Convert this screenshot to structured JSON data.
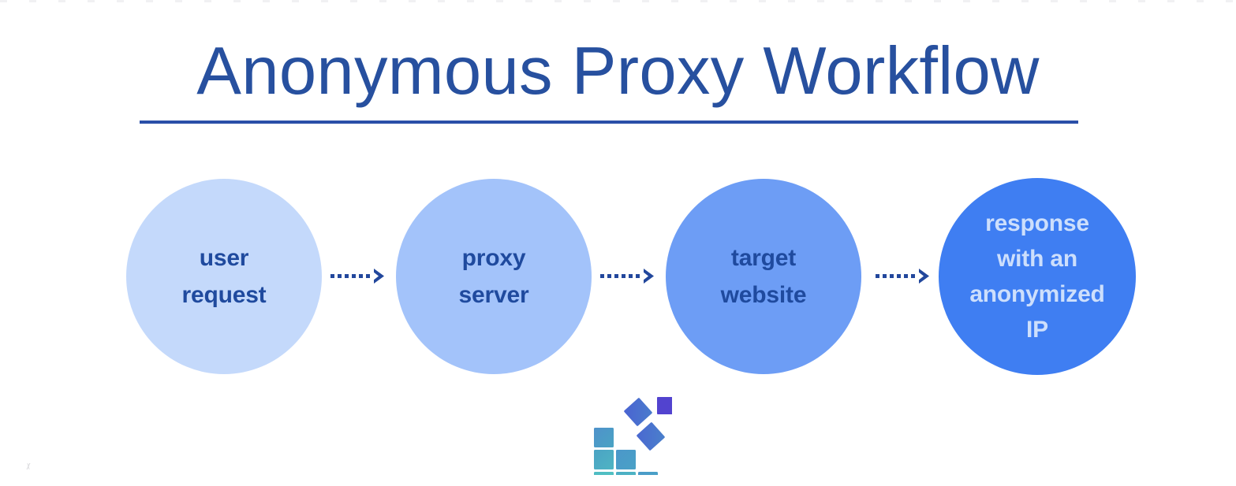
{
  "slide": {
    "title": "Anonymous Proxy Workflow",
    "background_color": "#ffffff",
    "title_color": "#27509f",
    "rule_color": "#2a4fa8"
  },
  "flow": {
    "type": "linear-process",
    "direction": "left-to-right",
    "connector": "dotted-arrow",
    "nodes": [
      {
        "id": "user-request",
        "label": "user\nrequest",
        "shape": "circle",
        "fill": "#c4d9fb",
        "text_color": "#1f4a9e"
      },
      {
        "id": "proxy-server",
        "label": "proxy\nserver",
        "shape": "circle",
        "fill": "#a3c3fa",
        "text_color": "#1f4a9e"
      },
      {
        "id": "target-website",
        "label": "target\nwebsite",
        "shape": "circle",
        "fill": "#6d9df5",
        "text_color": "#1f4a9e"
      },
      {
        "id": "anonymized-response",
        "label": "response\nwith an\nanonymized\nIP",
        "shape": "circle",
        "fill": "#3f7ef2",
        "text_color": "#cddffc"
      }
    ],
    "arrows": [
      {
        "id": "arrow-1",
        "from": "user-request",
        "to": "proxy-server"
      },
      {
        "id": "arrow-2",
        "from": "proxy-server",
        "to": "target-website"
      },
      {
        "id": "arrow-3",
        "from": "target-website",
        "to": "anonymized-response"
      }
    ],
    "arrow_color": "#22479c"
  },
  "logo": {
    "name": "squares-staircase-logo",
    "colors": {
      "square_top": "#4b8fc9",
      "square_mid": "#4aa6c2",
      "square_bottom": "#50bcc2",
      "diamond_1": "#4a6fd0",
      "diamond_2": "#4a72cf",
      "accent_square": "#5243cf"
    }
  }
}
